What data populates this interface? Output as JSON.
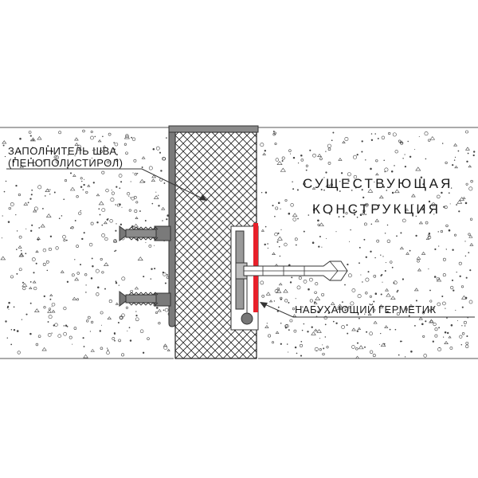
{
  "labels": {
    "filler_line1": "ЗАПОЛНИТЕЛЬ ШВА",
    "filler_line2": "(ПЕНОПОЛИСТИРОЛ)",
    "existing_line1": "СУЩЕСТВУЮЩАЯ",
    "existing_line2": "КОНСТРУКЦИЯ",
    "sealant": "НАБУХАЮЩИЙ ГЕРМЕТИК"
  },
  "colors": {
    "sealant": "#e8202a",
    "profile": "#7a7a7a",
    "hatch": "#222222",
    "dots": "#444444"
  }
}
